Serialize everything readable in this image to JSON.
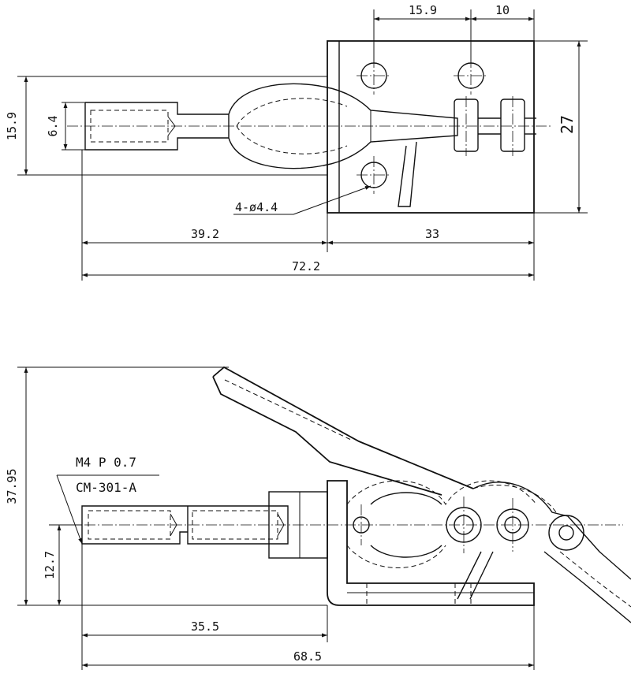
{
  "top_view": {
    "dims": {
      "hole_spacing_a": "15.9",
      "hole_spacing_b": "10",
      "shaft_offset": "15.9",
      "thread_dia": "6.4",
      "base_height": "27",
      "hole_callout": "4-ø4.4",
      "shaft_length": "39.2",
      "base_length": "33",
      "overall_length": "72.2"
    }
  },
  "side_view": {
    "thread_spec": "M4 P 0.7",
    "model": "CM-301-A",
    "dims": {
      "overall_height": "37.95",
      "shaft_height": "12.7",
      "stroke_length": "35.5",
      "overall_length": "68.5"
    }
  }
}
